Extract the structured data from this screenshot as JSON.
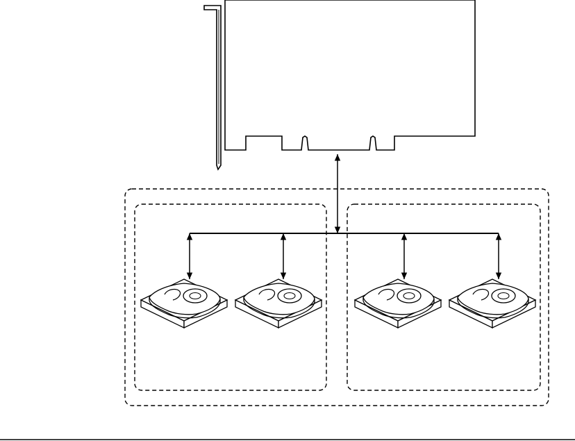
{
  "diagram": {
    "nodes": [
      {
        "id": "controller-card",
        "kind": "pci-adapter-card"
      },
      {
        "id": "drive-1",
        "kind": "hard-disk-drive",
        "group": "array-1"
      },
      {
        "id": "drive-2",
        "kind": "hard-disk-drive",
        "group": "array-1"
      },
      {
        "id": "drive-3",
        "kind": "hard-disk-drive",
        "group": "array-2"
      },
      {
        "id": "drive-4",
        "kind": "hard-disk-drive",
        "group": "array-2"
      }
    ],
    "groups": [
      {
        "id": "outer-volume",
        "style": "dashed",
        "contains": [
          "array-1",
          "array-2"
        ]
      },
      {
        "id": "array-1",
        "style": "dashed",
        "contains": [
          "drive-1",
          "drive-2"
        ]
      },
      {
        "id": "array-2",
        "style": "dashed",
        "contains": [
          "drive-3",
          "drive-4"
        ]
      }
    ],
    "edges": [
      {
        "from": "controller-card",
        "to": "bus",
        "arrows": "both"
      },
      {
        "from": "bus",
        "to": "drive-1",
        "arrows": "both"
      },
      {
        "from": "bus",
        "to": "drive-2",
        "arrows": "both"
      },
      {
        "from": "bus",
        "to": "drive-3",
        "arrows": "both"
      },
      {
        "from": "bus",
        "to": "drive-4",
        "arrows": "both"
      }
    ],
    "colors": {
      "stroke": "#000000",
      "fill": "#ffffff"
    }
  }
}
